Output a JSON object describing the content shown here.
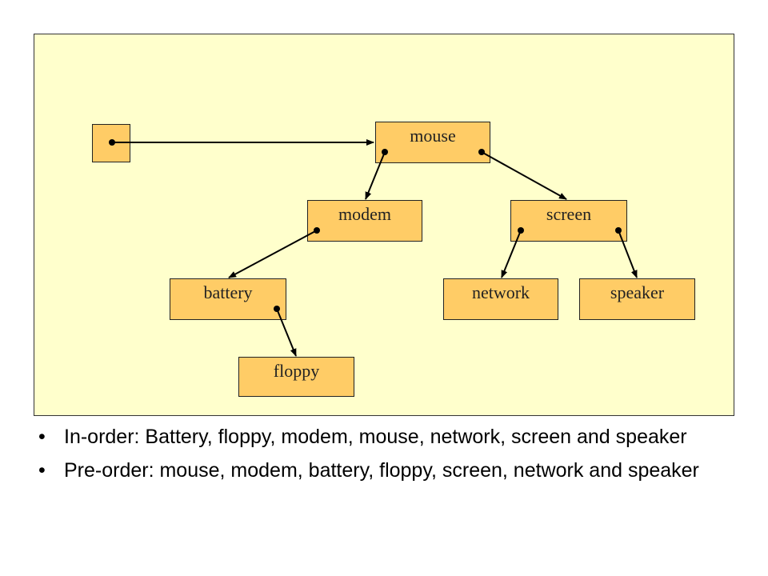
{
  "tree": {
    "nodes": {
      "mouse": "mouse",
      "modem": "modem",
      "screen": "screen",
      "battery": "battery",
      "network": "network",
      "speaker": "speaker",
      "floppy": "floppy"
    },
    "edges": [
      [
        "root",
        "mouse"
      ],
      [
        "mouse",
        "modem"
      ],
      [
        "mouse",
        "screen"
      ],
      [
        "modem",
        "battery"
      ],
      [
        "battery",
        "floppy"
      ],
      [
        "screen",
        "network"
      ],
      [
        "screen",
        "speaker"
      ]
    ],
    "colors": {
      "panel": "#ffffcc",
      "node": "#ffcc66"
    }
  },
  "bullets": {
    "symbol": "•",
    "inorder": "In-order:  Battery, floppy, modem, mouse, network, screen and speaker",
    "preorder": "Pre-order:  mouse, modem, battery, floppy, screen, network and speaker"
  }
}
